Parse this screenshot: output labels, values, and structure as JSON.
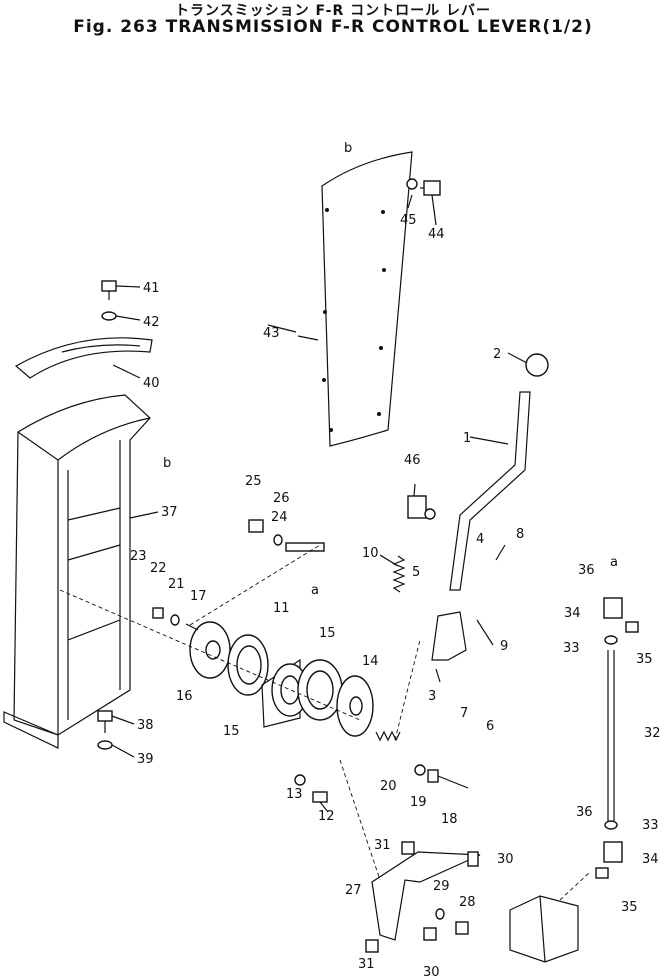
{
  "header": {
    "title_jp": "トランスミッション F-R コントロール レバー",
    "title_en": "Fig. 263 TRANSMISSION F-R CONTROL LEVER(1/2)"
  },
  "callouts": {
    "n1": "1",
    "n2": "2",
    "n3": "3",
    "n4": "4",
    "n5": "5",
    "n6": "6",
    "n7": "7",
    "n8": "8",
    "n9": "9",
    "n10": "10",
    "n11": "11",
    "n12": "12",
    "n13": "13",
    "n14": "14",
    "n15a": "15",
    "n15b": "15",
    "n16": "16",
    "n17": "17",
    "n18": "18",
    "n19": "19",
    "n20": "20",
    "n21": "21",
    "n22": "22",
    "n23": "23",
    "n24": "24",
    "n25": "25",
    "n26": "26",
    "n27": "27",
    "n28": "28",
    "n29": "29",
    "n30a": "30",
    "n30b": "30",
    "n31a": "31",
    "n31b": "31",
    "n32": "32",
    "n33a": "33",
    "n33b": "33",
    "n34a": "34",
    "n34b": "34",
    "n35a": "35",
    "n35b": "35",
    "n36a": "36",
    "n36b": "36",
    "n37": "37",
    "n38": "38",
    "n39": "39",
    "n40": "40",
    "n41": "41",
    "n42": "42",
    "n43": "43",
    "n44": "44",
    "n45": "45",
    "n46": "46"
  },
  "refs": {
    "a1": "a",
    "a2": "a",
    "b1": "b",
    "b2": "b"
  }
}
